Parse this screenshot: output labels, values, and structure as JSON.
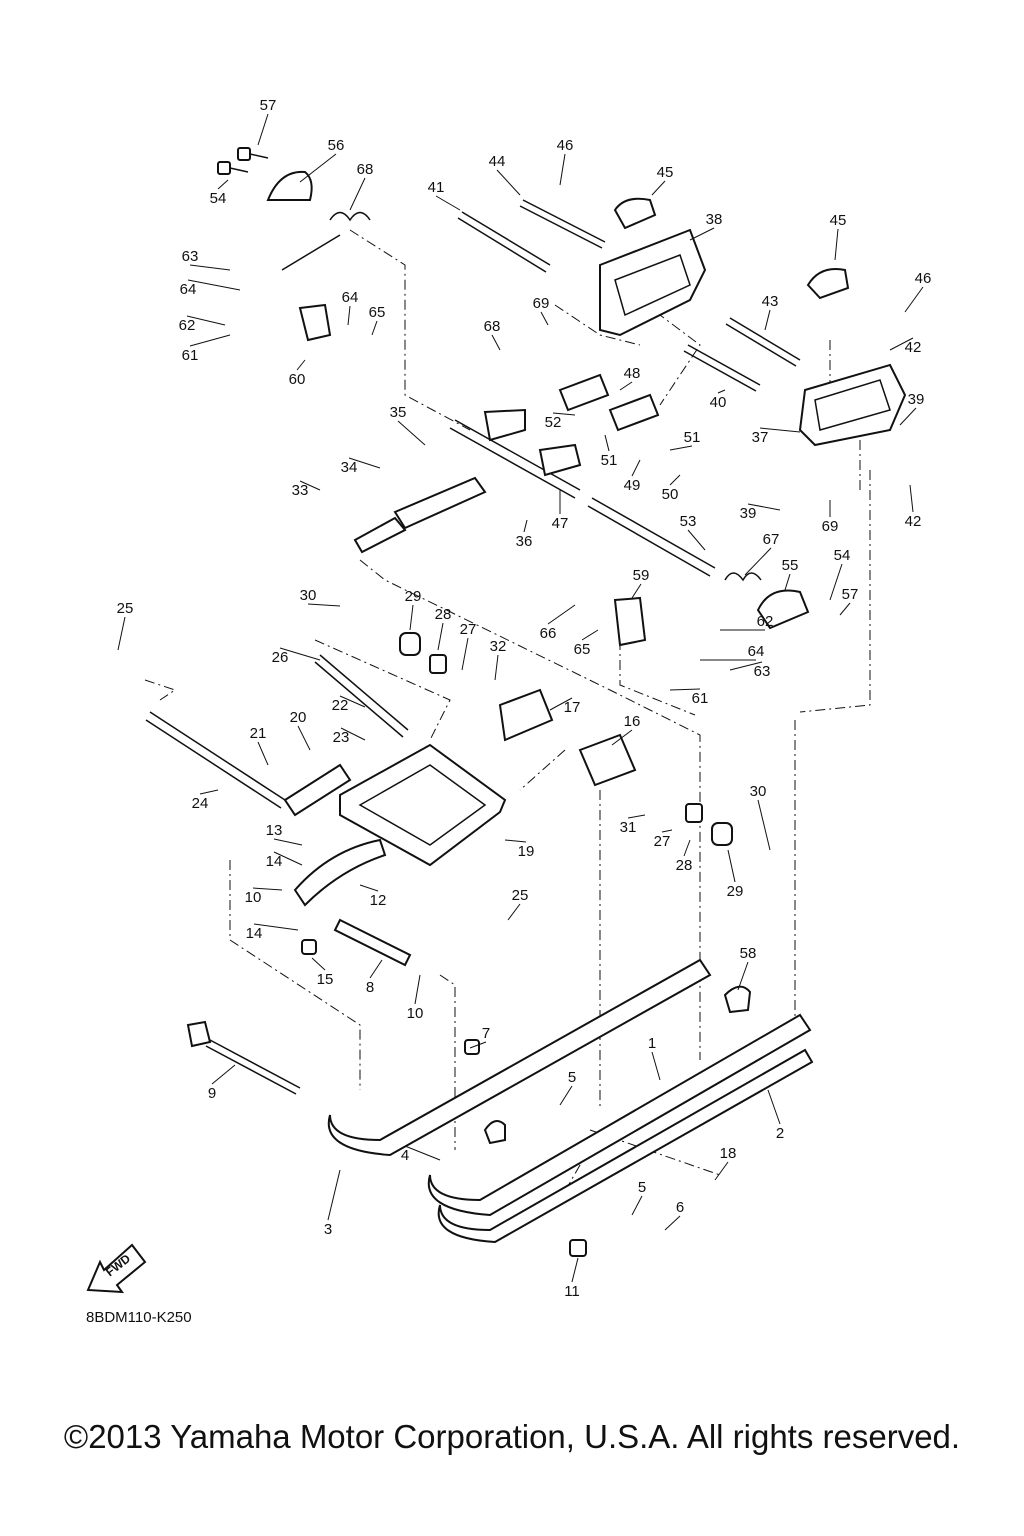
{
  "callouts": [
    "1",
    "2",
    "3",
    "4",
    "5",
    "5",
    "6",
    "7",
    "8",
    "9",
    "10",
    "10",
    "11",
    "12",
    "13",
    "14",
    "14",
    "15",
    "16",
    "17",
    "18",
    "19",
    "20",
    "21",
    "22",
    "23",
    "24",
    "25",
    "25",
    "26",
    "27",
    "27",
    "28",
    "28",
    "29",
    "29",
    "30",
    "30",
    "31",
    "32",
    "33",
    "34",
    "35",
    "36",
    "37",
    "38",
    "39",
    "39",
    "40",
    "41",
    "42",
    "42",
    "43",
    "44",
    "45",
    "45",
    "46",
    "46",
    "47",
    "48",
    "49",
    "50",
    "51",
    "51",
    "52",
    "53",
    "54",
    "54",
    "55",
    "56",
    "57",
    "57",
    "58",
    "59",
    "60",
    "61",
    "61",
    "62",
    "62",
    "63",
    "63",
    "64",
    "64",
    "64",
    "65",
    "65",
    "66",
    "67",
    "68",
    "68",
    "69",
    "69"
  ],
  "fwd_label": "FWD",
  "diagram_code": "8BDM110-K250",
  "copyright": "©2013 Yamaha Motor Corporation, U.S.A. All rights reserved."
}
